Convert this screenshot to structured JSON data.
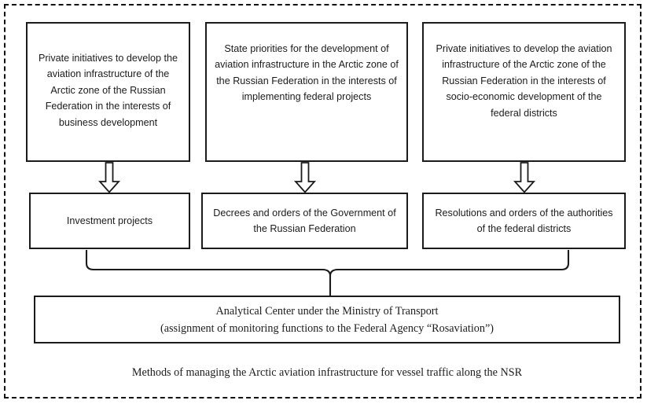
{
  "figure": {
    "caption": "Methods of managing the Arctic aviation infrastructure for vessel traffic along the NSR",
    "border_style": "dashed",
    "border_color": "#111111",
    "box_border_color": "#1b1b1b",
    "background": "#ffffff"
  },
  "top_row": {
    "boxes": [
      {
        "id": "private-initiatives-business",
        "text": "Private initiatives to develop the aviation infrastructure of the Arctic zone of the Russian Federation in the interests of business development"
      },
      {
        "id": "state-priorities-federal-projects",
        "text": "State priorities for the development of aviation infrastructure in the Arctic zone of the Russian Federation in the interests of implementing federal projects"
      },
      {
        "id": "private-initiatives-socio-economic",
        "text": "Private initiatives to develop the aviation infrastructure of the Arctic zone of the Russian Federation in the interests of socio-economic development of the federal districts"
      }
    ]
  },
  "middle_row": {
    "boxes": [
      {
        "id": "investment-projects",
        "text": "Investment projects"
      },
      {
        "id": "decrees-and-orders",
        "text": "Decrees and orders of the Government of the Russian Federation"
      },
      {
        "id": "resolutions-and-orders",
        "text": "Resolutions and orders of the authorities of the federal districts"
      }
    ]
  },
  "bottom": {
    "id": "analytical-center",
    "text": "Analytical Center under the Ministry of Transport\n(assignment of monitoring functions to the Federal Agency “Rosaviation”)"
  },
  "connectors": {
    "arrows": [
      {
        "id": "arrow-1",
        "shape": "hollow-block-arrow-down"
      },
      {
        "id": "arrow-2",
        "shape": "hollow-block-arrow-down"
      },
      {
        "id": "arrow-3",
        "shape": "hollow-block-arrow-down"
      }
    ],
    "brace": {
      "id": "merge-brace",
      "shape": "curly-brace-down"
    }
  }
}
